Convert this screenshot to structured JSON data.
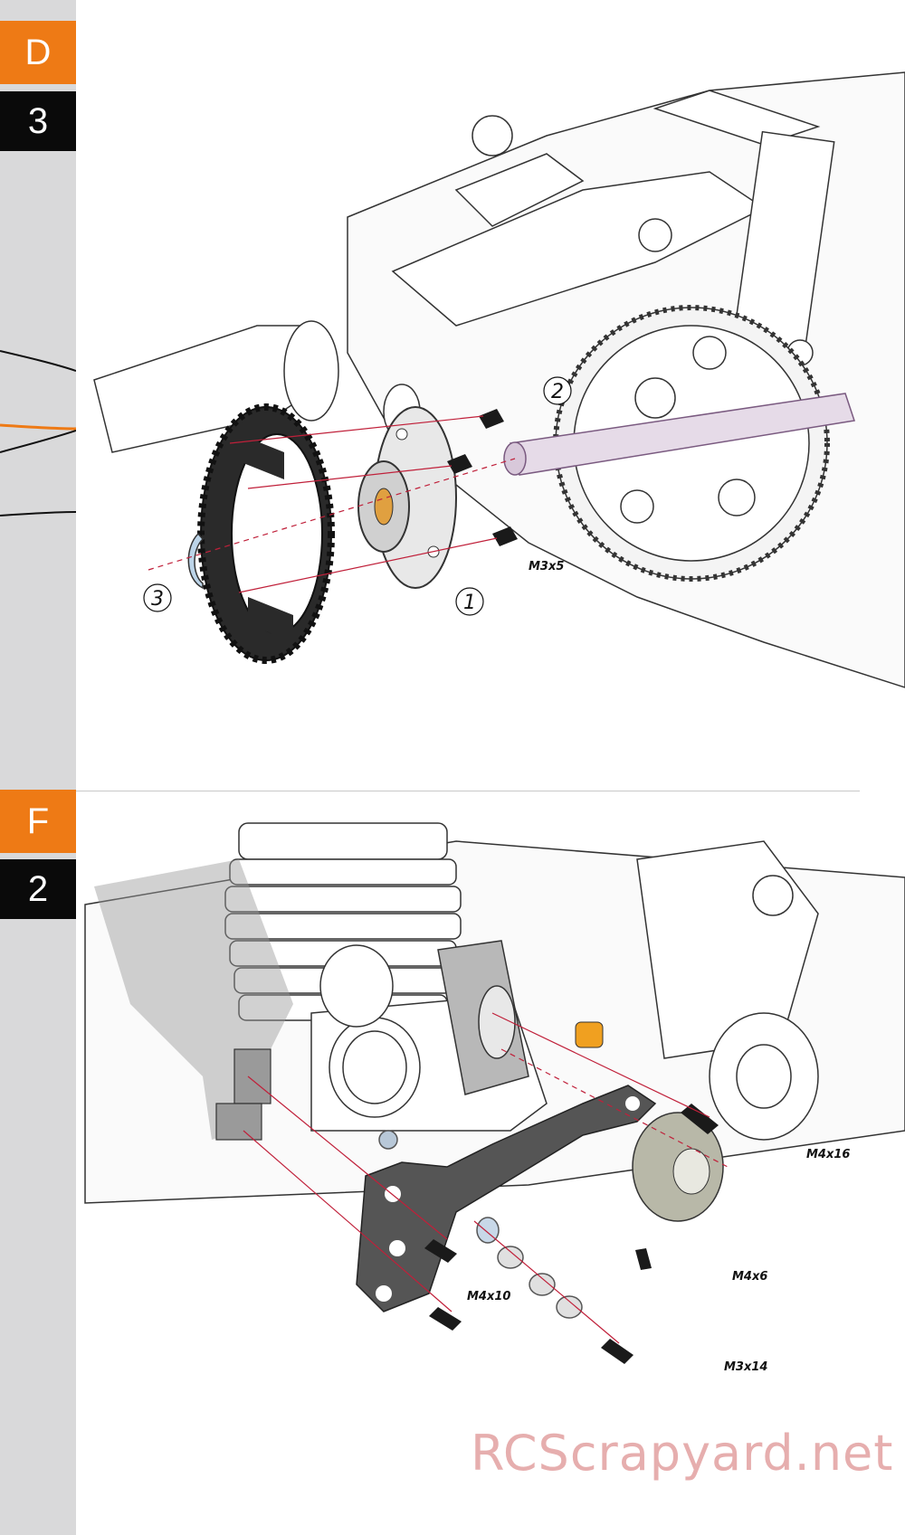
{
  "section_top": {
    "letter": "D",
    "number": "3"
  },
  "section_bottom": {
    "letter": "F",
    "number": "2"
  },
  "top_illustration": {
    "callouts": [
      "1",
      "2",
      "3"
    ],
    "parts": [
      "M3x5"
    ]
  },
  "bottom_illustration": {
    "parts": [
      "M4x16",
      "M4x6",
      "M4x10",
      "M3x14"
    ]
  },
  "watermark": "RCScrapyard.net",
  "colors": {
    "accent": "#ee7a15",
    "tab_dark": "#0a0a0a",
    "sidebar": "#d9d9da",
    "guide_line": "#c0203a"
  }
}
